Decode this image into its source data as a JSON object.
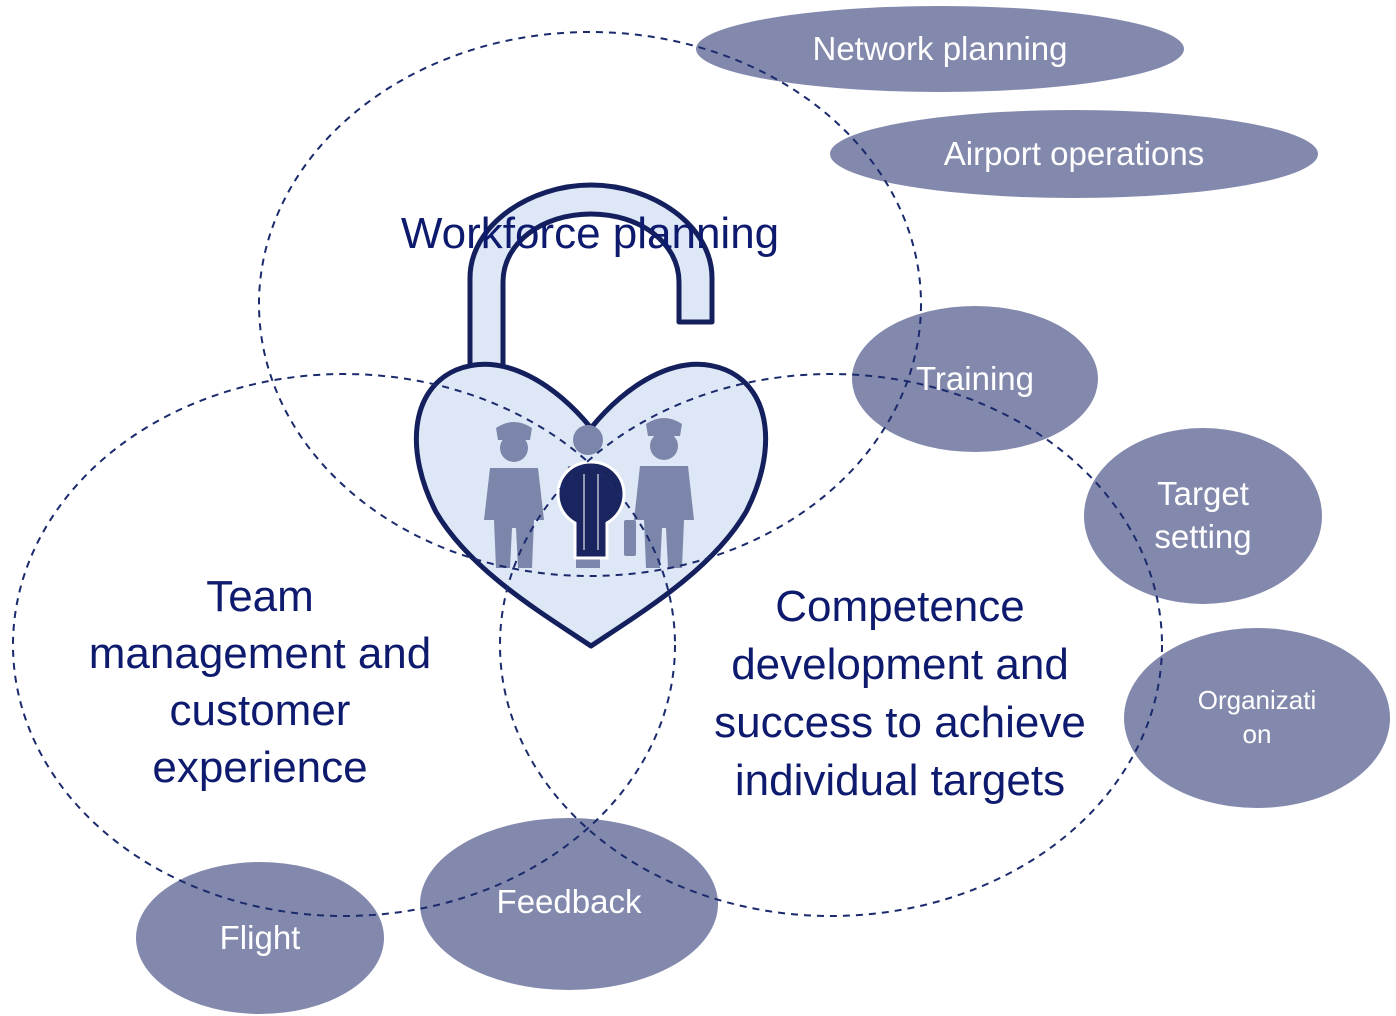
{
  "circles": {
    "workforce": {
      "label": "Workforce planning"
    },
    "team": {
      "label_lines": [
        "Team",
        "management and",
        "customer",
        "experience"
      ]
    },
    "competence": {
      "label_lines": [
        "Competence",
        "development and",
        "success to achieve",
        "individual targets"
      ]
    }
  },
  "tags": {
    "network_planning": "Network planning",
    "airport_operations": "Airport operations",
    "training": "Training",
    "target_setting": [
      "Target",
      "setting"
    ],
    "organization": [
      "Organizati",
      "on"
    ],
    "feedback": "Feedback",
    "flight": "Flight"
  },
  "icons": {
    "padlock": "heart-padlock-icon",
    "crew": [
      "pilot-icon",
      "flight-attendant-icon",
      "captain-icon"
    ]
  },
  "colors": {
    "tag_fill": "#8389ad",
    "tag_text": "#ffffff",
    "circle_text": "#0d1a6e",
    "dashed_outline": "#1a2a6c",
    "padlock_fill": "#dde7f5",
    "padlock_stroke": "#14205e",
    "crew_fill": "#7c86aa",
    "keyhole_fill": "#1a2560"
  }
}
